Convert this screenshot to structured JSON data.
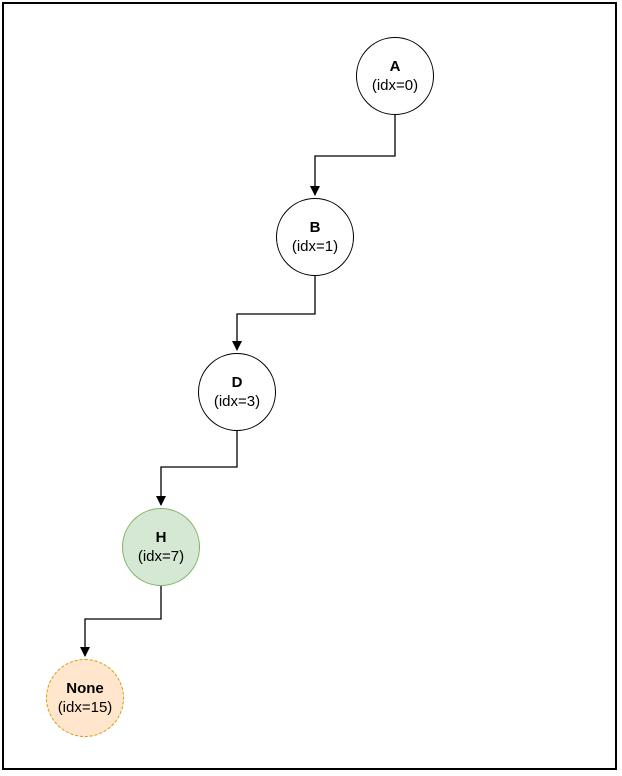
{
  "diagram": {
    "title": "",
    "background_color": "#ffffff",
    "frame_border_color": "#000000",
    "edge_color": "#000000",
    "nodes": [
      {
        "id": "A",
        "label": "A",
        "idx_label": "(idx=0)",
        "idx": 0,
        "fill": "#ffffff",
        "stroke": "#000000",
        "border_style": "solid"
      },
      {
        "id": "B",
        "label": "B",
        "idx_label": "(idx=1)",
        "idx": 1,
        "fill": "#ffffff",
        "stroke": "#000000",
        "border_style": "solid"
      },
      {
        "id": "D",
        "label": "D",
        "idx_label": "(idx=3)",
        "idx": 3,
        "fill": "#ffffff",
        "stroke": "#000000",
        "border_style": "solid"
      },
      {
        "id": "H",
        "label": "H",
        "idx_label": "(idx=7)",
        "idx": 7,
        "fill": "#d5e8d4",
        "stroke": "#82b366",
        "border_style": "solid"
      },
      {
        "id": "None",
        "label": "None",
        "idx_label": "(idx=15)",
        "idx": 15,
        "fill": "#ffe6cc",
        "stroke": "#d79b00",
        "border_style": "dashed"
      }
    ],
    "edges": [
      {
        "from": "A",
        "to": "B"
      },
      {
        "from": "B",
        "to": "D"
      },
      {
        "from": "D",
        "to": "H"
      },
      {
        "from": "H",
        "to": "None"
      }
    ]
  }
}
